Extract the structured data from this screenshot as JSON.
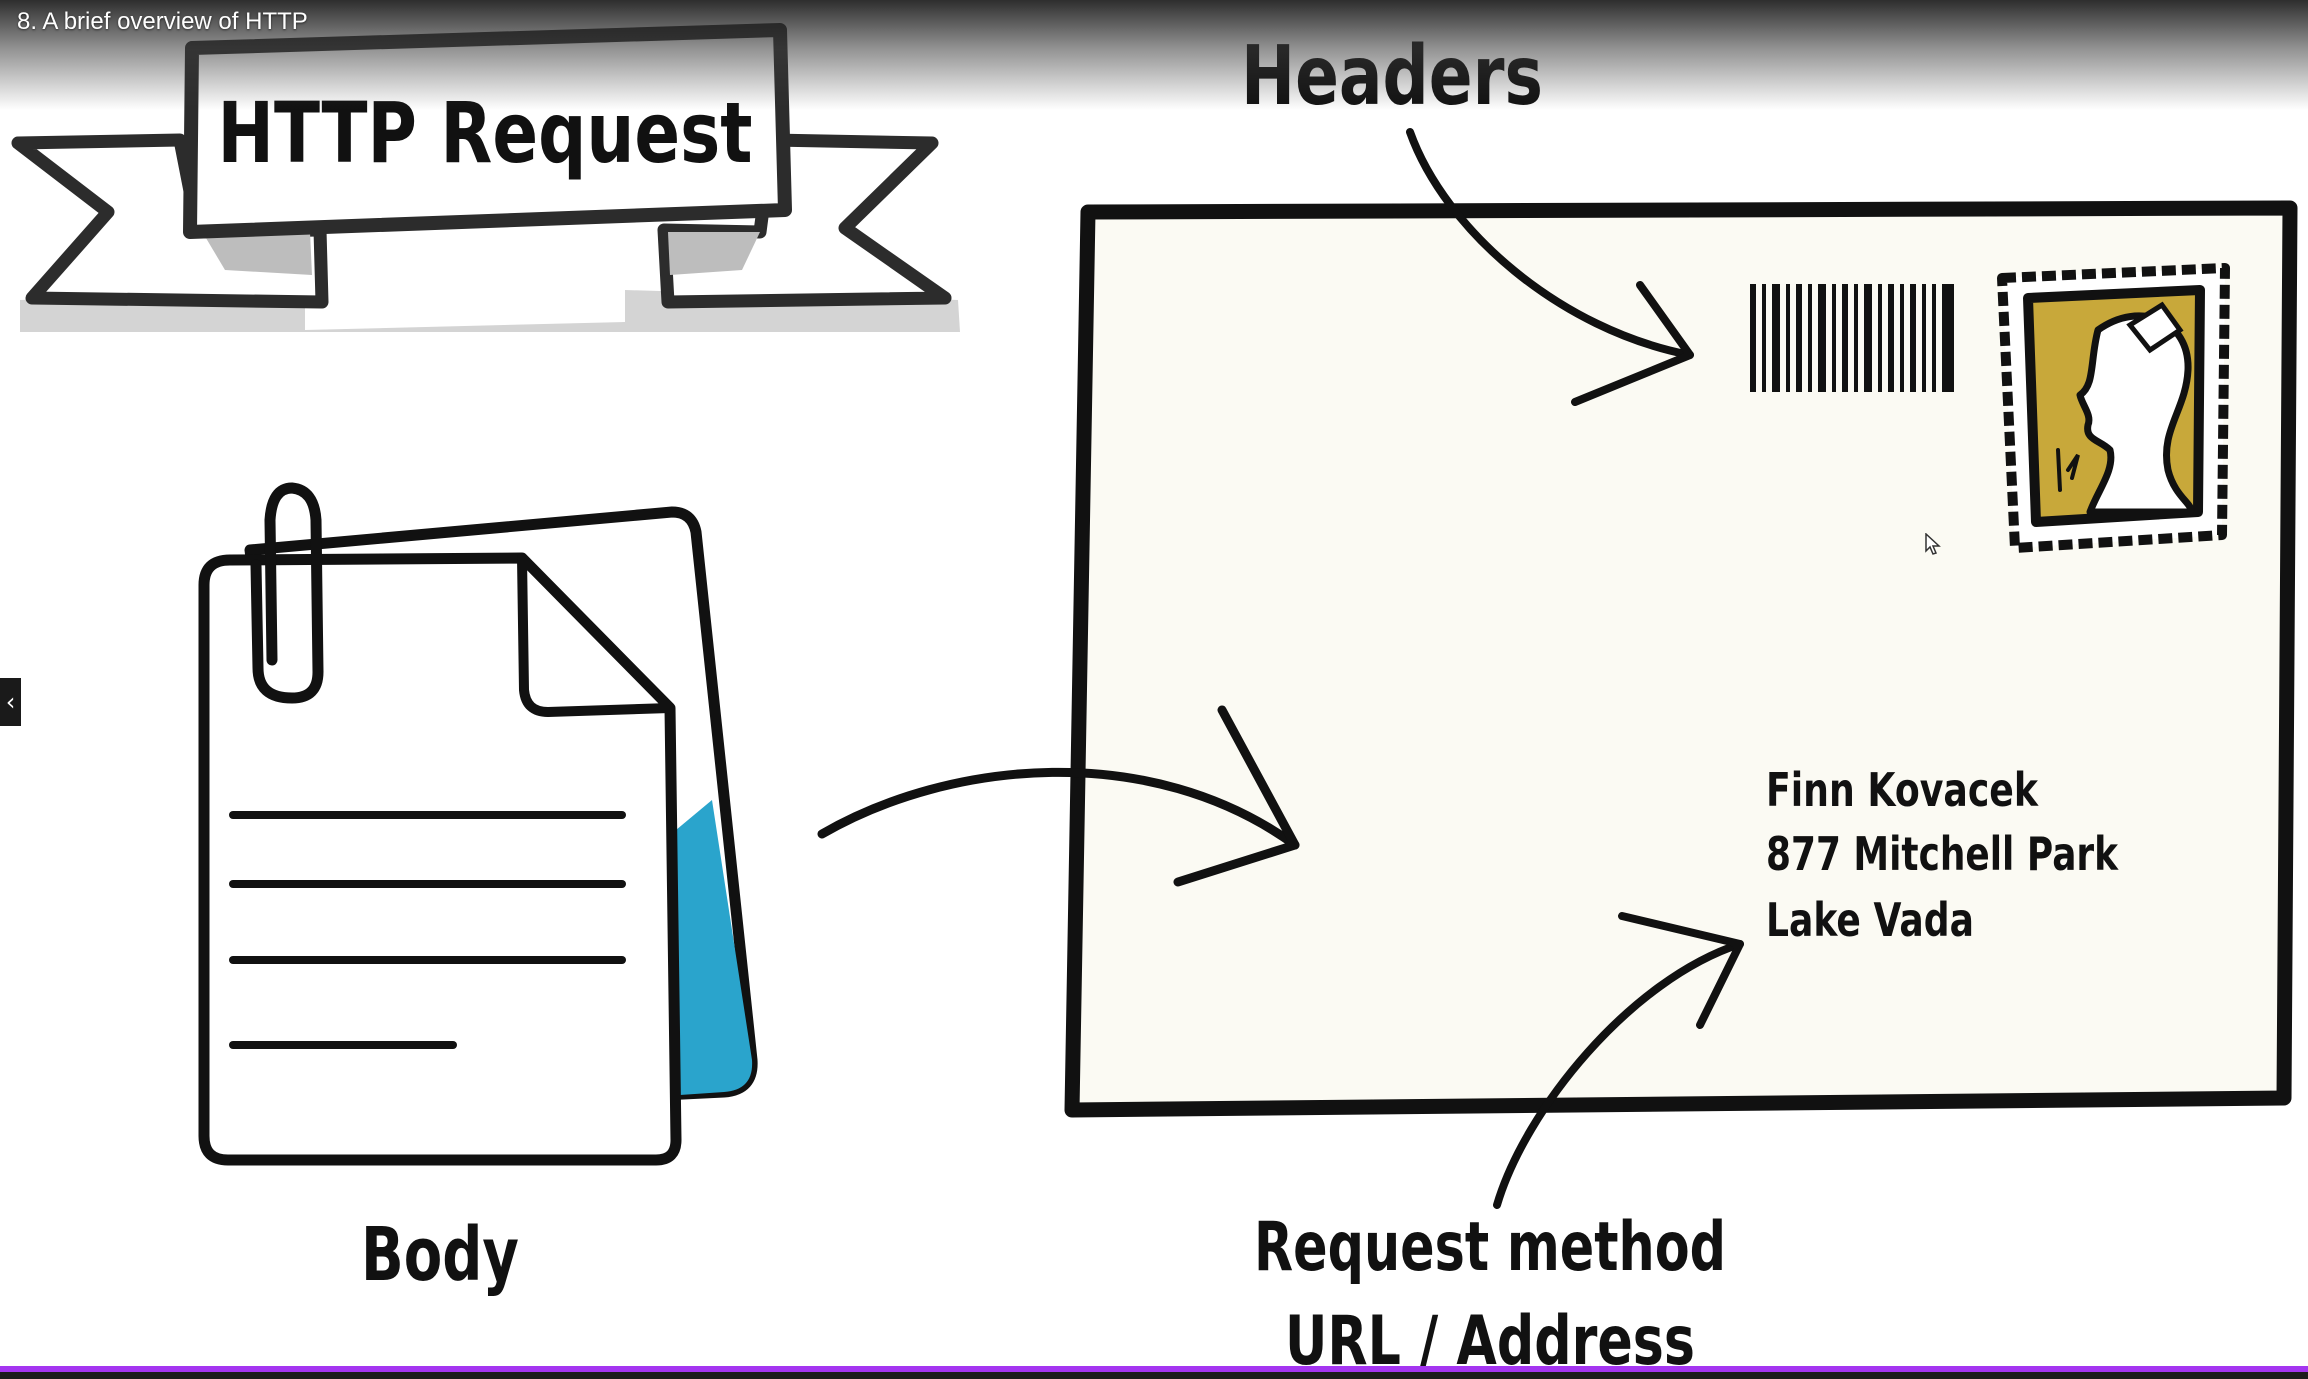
{
  "player": {
    "video_title": "8. A brief overview of HTTP",
    "sidebar_toggle_icon": "chevron-left-icon",
    "sidebar_toggle_glyph": "‹",
    "progress_fraction": 1.0,
    "progress_color": "#a435f0"
  },
  "slide": {
    "banner_title": "HTTP Request",
    "headers_label": "Headers",
    "body_label": "Body",
    "method_label": "Request method",
    "url_label": "URL / Address",
    "address_lines": [
      "Finn Kovacek",
      "877 Mitchell Park",
      "Lake Vada"
    ],
    "colors": {
      "envelope_fill": "#fbfaf3",
      "stamp_gold": "#c8a83a",
      "page_fold_blue": "#2aa4cc",
      "ink": "#111111"
    },
    "icons": [
      "ribbon-banner-icon",
      "envelope-icon",
      "barcode-icon",
      "postage-stamp-icon",
      "document-icon",
      "paperclip-icon"
    ]
  }
}
